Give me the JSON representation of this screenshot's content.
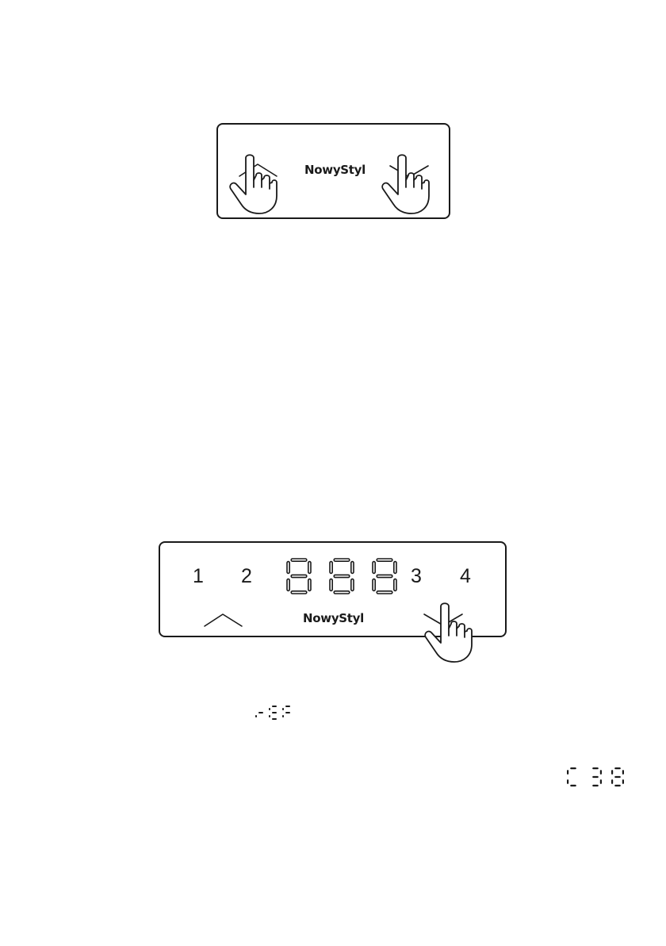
{
  "panel_basic": {
    "brand": "NowyStyl"
  },
  "panel_memory": {
    "brand": "NowyStyl",
    "memory_keys": [
      "1",
      "2",
      "3",
      "4"
    ],
    "display": "888"
  },
  "readouts": {
    "reference_code": "rEF",
    "calibration_code": "C38"
  },
  "icons": {
    "up": "chevron-up-icon",
    "down": "chevron-down-icon",
    "press": "pointing-hand-icon"
  },
  "colors": {
    "ink": "#1a1a1a",
    "background": "#ffffff"
  }
}
